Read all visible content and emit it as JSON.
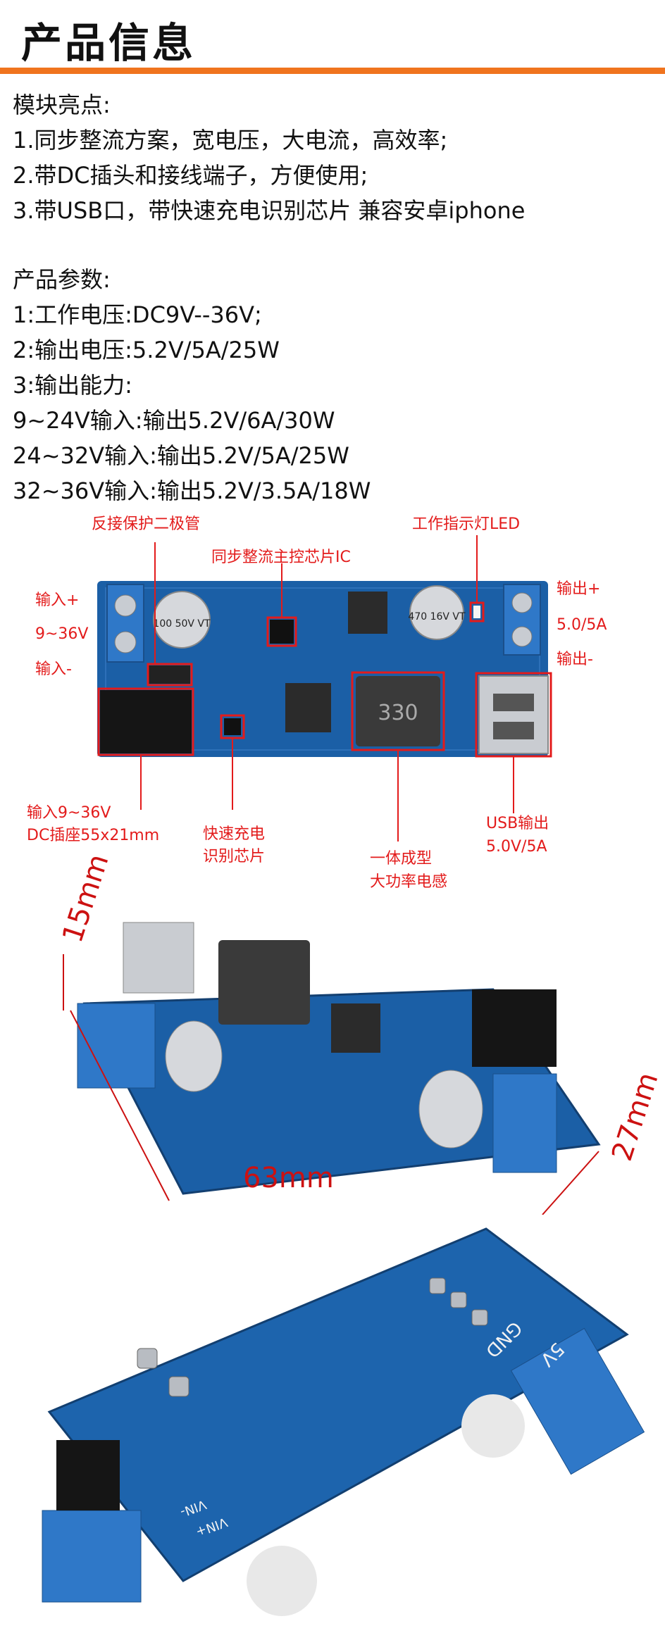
{
  "header": {
    "title": "产品信息"
  },
  "highlights": {
    "heading": "模块亮点:",
    "items": [
      "1.同步整流方案，宽电压，大电流，高效率;",
      "2.带DC插头和接线端子，方便使用;",
      "3.带USB口，带快速充电识别芯片 兼容安卓iphone"
    ]
  },
  "params": {
    "heading": "产品参数:",
    "items": [
      "1:工作电压:DC9V--36V;",
      "2:输出电压:5.2V/5A/25W",
      "3:输出能力:",
      "9~24V输入:输出5.2V/6A/30W",
      "24~32V输入:输出5.2V/5A/25W",
      "32~36V输入:输出5.2V/3.5A/18W"
    ]
  },
  "annotations": {
    "reverse_diode": "反接保护二极管",
    "sync_ic": "同步整流主控芯片IC",
    "led": "工作指示灯LED",
    "in_plus": "输入+",
    "in_range": "9~36V",
    "in_minus": "输入-",
    "out_plus": "输出+",
    "out_rating": "5.0/5A",
    "out_minus": "输出-",
    "dc_jack_1": "输入9~36V",
    "dc_jack_2": "DC插座55x21mm",
    "qc_chip_1": "快速充电",
    "qc_chip_2": "识别芯片",
    "inductor_1": "一体成型",
    "inductor_2": "大功率电感",
    "usb_1": "USB输出",
    "usb_2": "5.0V/5A"
  },
  "dimensions": {
    "height": "15mm",
    "length": "63mm",
    "width": "27mm"
  },
  "board_labels": {
    "inductor_code": "330",
    "cap_out": "470 16V VT",
    "cap_in": "100 50V VT",
    "gnd": "GND",
    "five_v": "5V",
    "vin_minus": "VIN-",
    "vin_plus": "VIN+"
  },
  "colors": {
    "accent": "#f0741e",
    "annotation": "#e31b1b",
    "pcb": "#1b5fa6",
    "terminal": "#2f78c8"
  }
}
